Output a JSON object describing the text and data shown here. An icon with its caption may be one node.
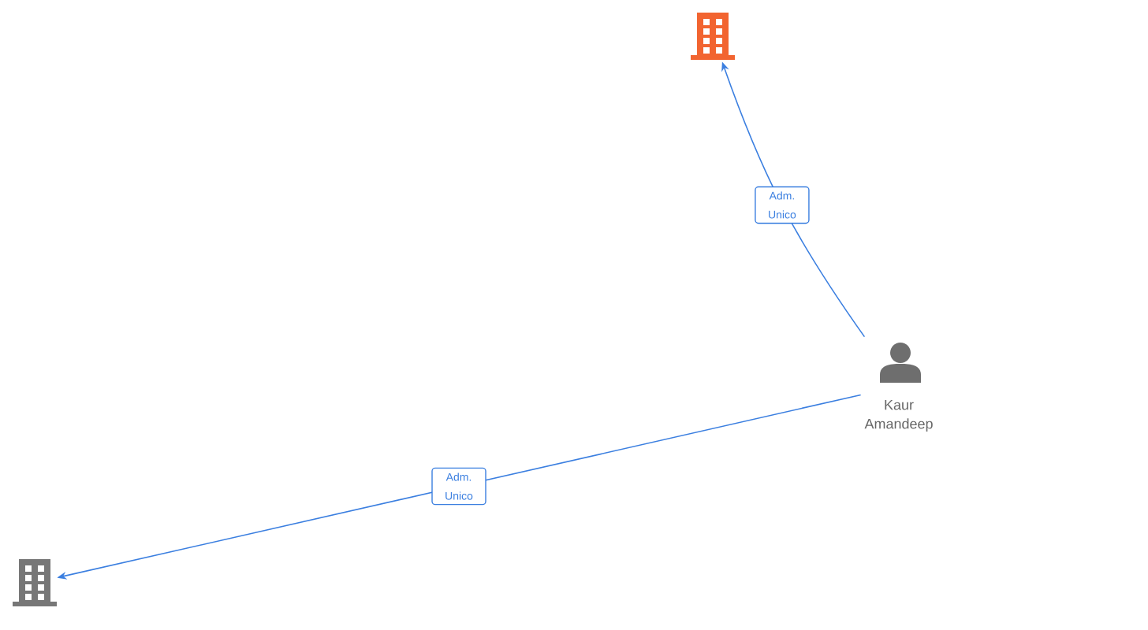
{
  "diagram": {
    "nodes": [
      {
        "text": [],
        "shape": "picture"
      },
      {
        "text": [
          "Kaur Amandeep"
        ]
      },
      {
        "text": [],
        "shape": "picture"
      }
    ],
    "edges": [
      {
        "from": 1,
        "to": 0,
        "arrow": "to",
        "label": "Adm. Unico"
      },
      {
        "from": 1,
        "to": 2,
        "arrow": "to",
        "label": "Adm. Unico"
      }
    ]
  }
}
